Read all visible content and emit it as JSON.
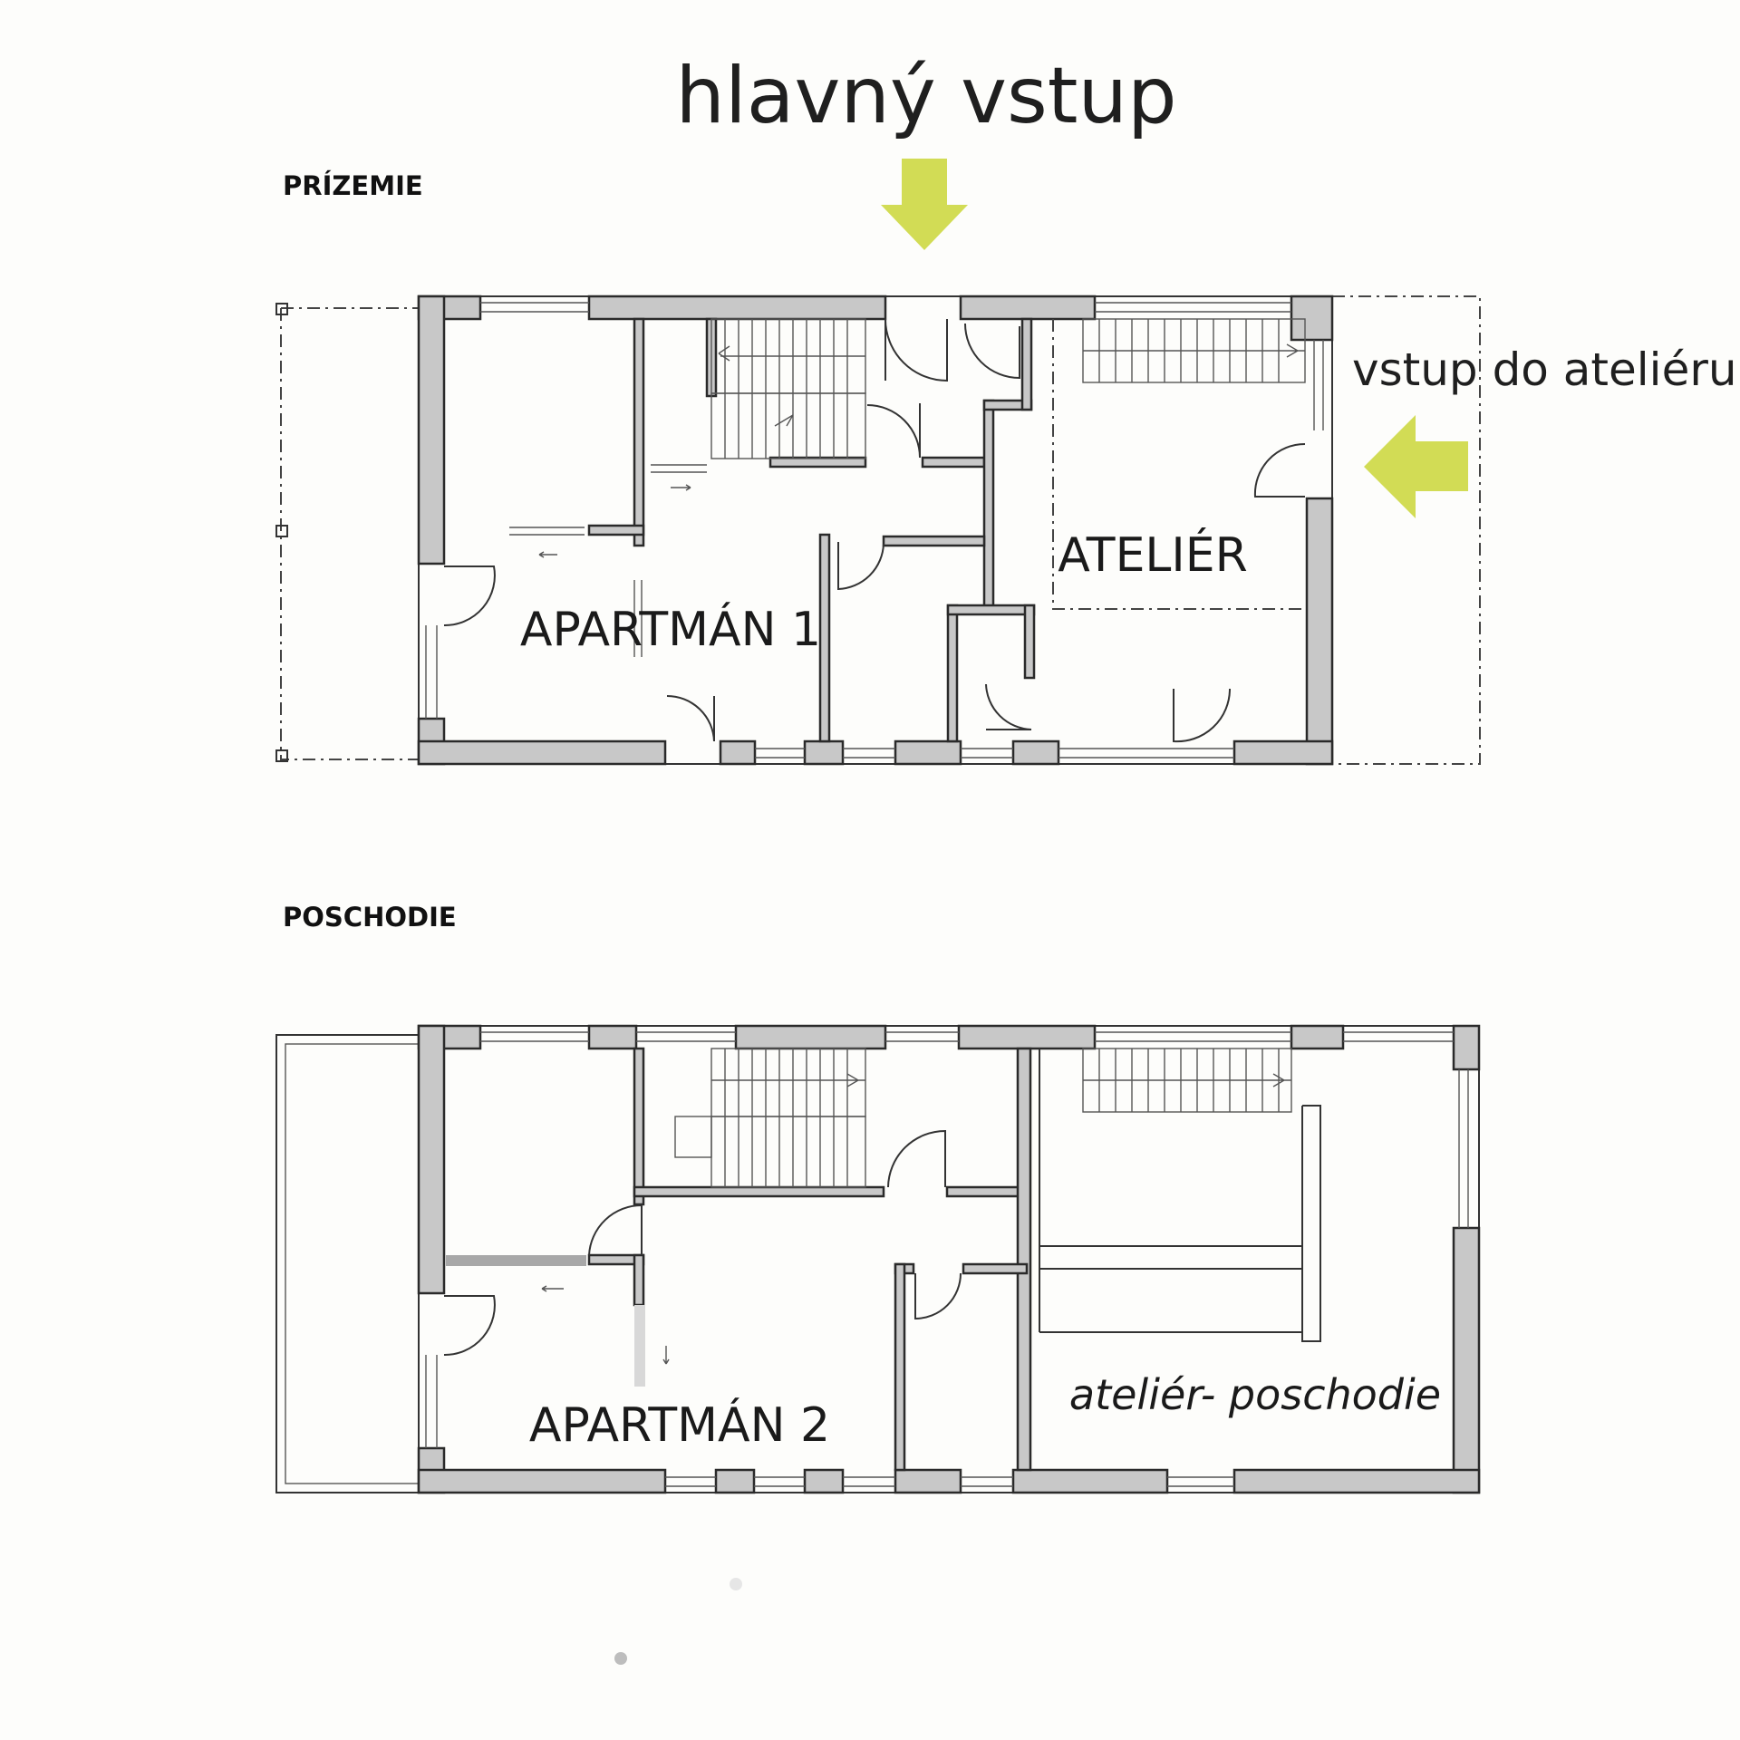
{
  "title": "hlavný vstup",
  "side_entry": "vstup do ateliéru",
  "floors": {
    "ground": {
      "label": "PRÍZEMIE",
      "rooms": {
        "apartment": "APARTMÁN 1",
        "studio": "ATELIÉR"
      }
    },
    "upper": {
      "label": "POSCHODIE",
      "rooms": {
        "apartment": "APARTMÁN 2",
        "studio": "ateliér- poschodie"
      }
    }
  },
  "colors": {
    "arrow": "#d2dc55",
    "wall": "#c8c8c8",
    "line": "#2a2a2a"
  },
  "icons": [
    "arrow-down-icon",
    "arrow-left-icon"
  ]
}
